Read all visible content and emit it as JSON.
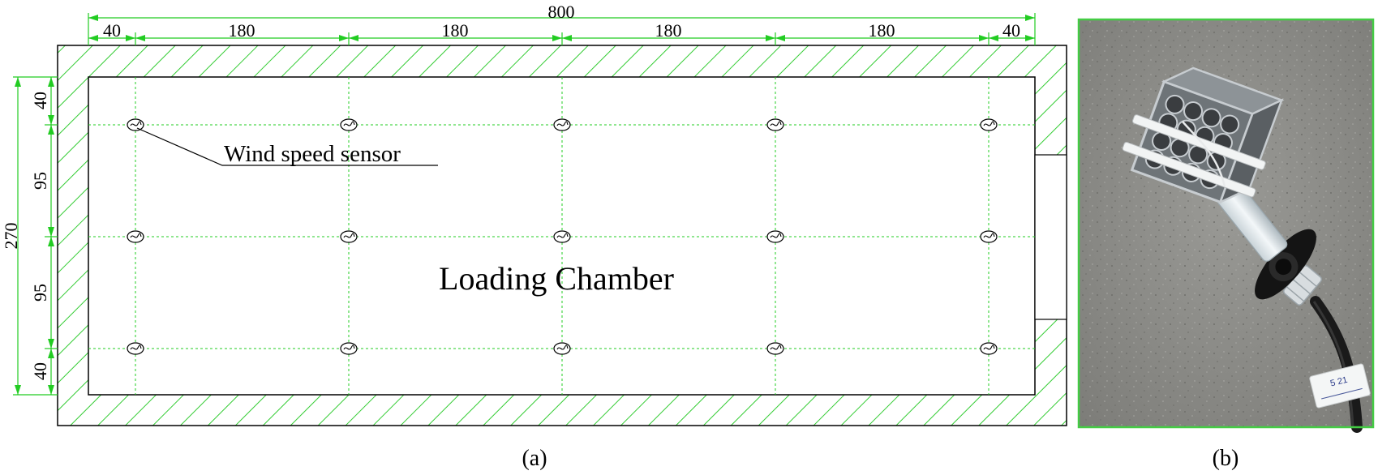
{
  "panel_a": {
    "caption": "(a)",
    "chamber_label": "Loading Chamber",
    "sensor_label": "Wind speed sensor",
    "total_width": "800",
    "total_height": "270",
    "width_segments": [
      "40",
      "180",
      "180",
      "180",
      "180",
      "40"
    ],
    "height_segments": [
      "40",
      "95",
      "95",
      "40"
    ],
    "sensor_grid": {
      "rows": 3,
      "columns": 5
    },
    "colors": {
      "hatch": "#33cc33",
      "dimension": "#22cc22",
      "grid": "#22cc22",
      "outline": "#000000"
    }
  },
  "panel_b": {
    "caption": "(b)",
    "photo_subject": "wind-speed-sensor-photo",
    "tag_text": "5 21",
    "colors": {
      "frame": "#44cc44",
      "ground": "#8a8a86"
    }
  }
}
